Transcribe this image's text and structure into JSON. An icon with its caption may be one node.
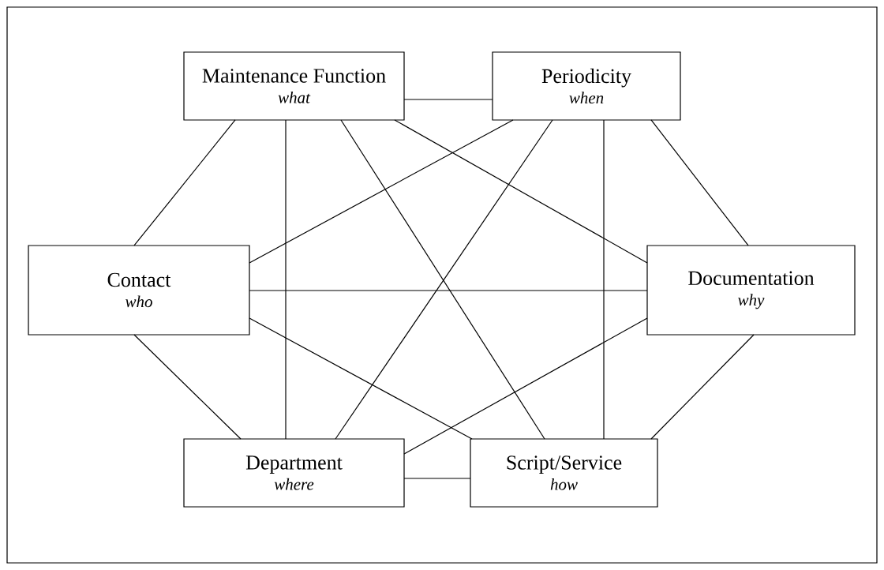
{
  "diagram": {
    "nodes": [
      {
        "text": [
          "Maintenance Function",
          "what"
        ]
      },
      {
        "text": [
          "Periodicity",
          "when"
        ]
      },
      {
        "text": [
          "Contact",
          "who"
        ]
      },
      {
        "text": [
          "Documentation",
          "why"
        ]
      },
      {
        "text": [
          "Department",
          "where"
        ]
      },
      {
        "text": [
          "Script/Service",
          "how"
        ]
      }
    ],
    "edges": [
      {
        "from": 0,
        "to": 1,
        "arrow": "none"
      },
      {
        "from": 0,
        "to": 2,
        "arrow": "none"
      },
      {
        "from": 0,
        "to": 4,
        "arrow": "none"
      },
      {
        "from": 0,
        "to": 5,
        "arrow": "none"
      },
      {
        "from": 0,
        "to": 3,
        "arrow": "none"
      },
      {
        "from": 1,
        "to": 2,
        "arrow": "none"
      },
      {
        "from": 1,
        "to": 4,
        "arrow": "none"
      },
      {
        "from": 1,
        "to": 5,
        "arrow": "none"
      },
      {
        "from": 1,
        "to": 3,
        "arrow": "none"
      },
      {
        "from": 2,
        "to": 3,
        "arrow": "none"
      },
      {
        "from": 2,
        "to": 4,
        "arrow": "none"
      },
      {
        "from": 2,
        "to": 5,
        "arrow": "none"
      },
      {
        "from": 3,
        "to": 4,
        "arrow": "none"
      },
      {
        "from": 3,
        "to": 5,
        "arrow": "none"
      },
      {
        "from": 4,
        "to": 5,
        "arrow": "none"
      }
    ]
  }
}
